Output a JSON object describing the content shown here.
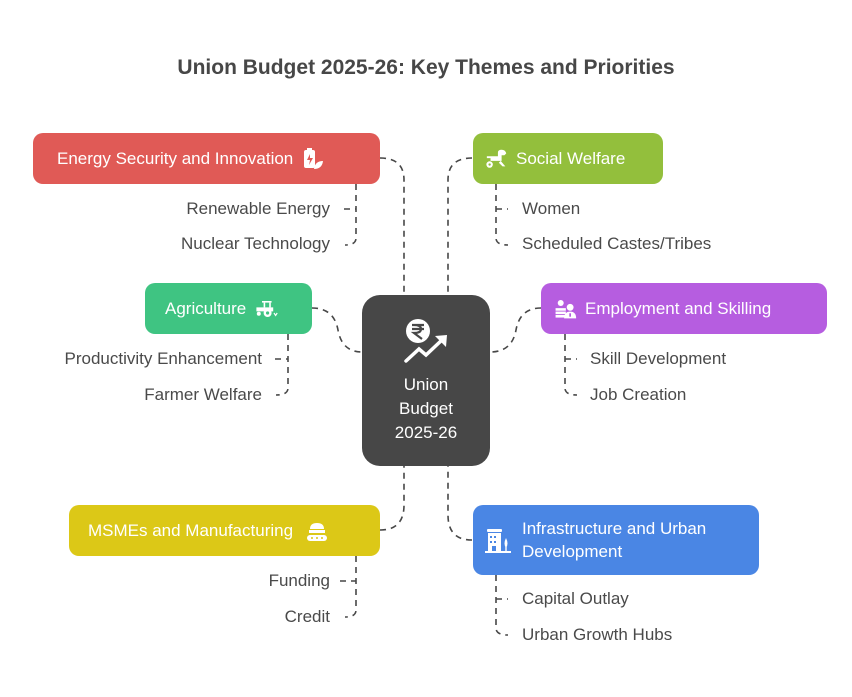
{
  "title": "Union Budget 2025-26: Key Themes and Priorities",
  "center": {
    "lines": [
      "Union",
      "Budget",
      "2025-26"
    ],
    "icon": "rupee-growth-icon",
    "color": "#474747"
  },
  "themes": [
    {
      "id": "energy",
      "label": "Energy Security and Innovation",
      "icon": "battery-leaf-icon",
      "color": "#e05a56",
      "items": [
        "Renewable Energy",
        "Nuclear Technology"
      ]
    },
    {
      "id": "social",
      "label": "Social Welfare",
      "icon": "dog-wheel-icon",
      "color": "#93bf3c",
      "items": [
        "Women",
        "Scheduled Castes/Tribes"
      ]
    },
    {
      "id": "agriculture",
      "label": "Agriculture",
      "icon": "tractor-icon",
      "color": "#3fc482",
      "items": [
        "Productivity Enhancement",
        "Farmer Welfare"
      ]
    },
    {
      "id": "employment",
      "label": "Employment and Skilling",
      "icon": "people-icon",
      "color": "#b65de0",
      "items": [
        "Skill Development",
        "Job Creation"
      ]
    },
    {
      "id": "msme",
      "label": "MSMEs and Manufacturing",
      "icon": "conveyor-icon",
      "color": "#dcc817",
      "items": [
        "Funding",
        "Credit"
      ]
    },
    {
      "id": "infra",
      "label_line1": "Infrastructure and Urban",
      "label_line2": "Development",
      "icon": "building-tree-icon",
      "color": "#4a86e4",
      "items": [
        "Capital Outlay",
        "Urban Growth Hubs"
      ]
    }
  ]
}
